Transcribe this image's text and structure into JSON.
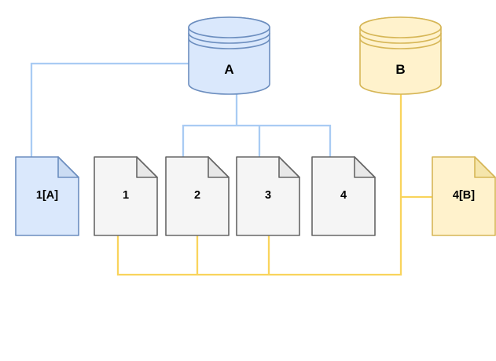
{
  "diagram": {
    "background_color": "#ffffff",
    "databases": [
      {
        "label": "A",
        "fill": "#dae8fc",
        "stroke": "#6c8ebf",
        "connector_color": "#a9cbf3",
        "connected_documents": [
          "1[A]",
          "2",
          "3",
          "4"
        ]
      },
      {
        "label": "B",
        "fill": "#fff2cc",
        "stroke": "#d6b656",
        "connector_color": "#f9d45c",
        "connected_documents": [
          "1",
          "2",
          "3",
          "4[B]"
        ]
      }
    ],
    "documents": [
      {
        "label": "1[A]",
        "variant": "blue"
      },
      {
        "label": "1",
        "variant": "gray"
      },
      {
        "label": "2",
        "variant": "gray"
      },
      {
        "label": "3",
        "variant": "gray"
      },
      {
        "label": "4",
        "variant": "gray"
      },
      {
        "label": "4[B]",
        "variant": "yellow"
      }
    ],
    "colors": {
      "blue_fill": "#dae8fc",
      "blue_stroke": "#6c8ebf",
      "blue_fold": "#cbdcf3",
      "yellow_fill": "#fff2cc",
      "yellow_stroke": "#d6b656",
      "yellow_fold": "#f5e5ab",
      "gray_fill": "#f5f5f5",
      "gray_stroke": "#666666",
      "gray_fold": "#e8e8e8",
      "blue_connector": "#a9cbf3",
      "yellow_connector": "#f9d45c",
      "label_text": "#000000"
    }
  }
}
